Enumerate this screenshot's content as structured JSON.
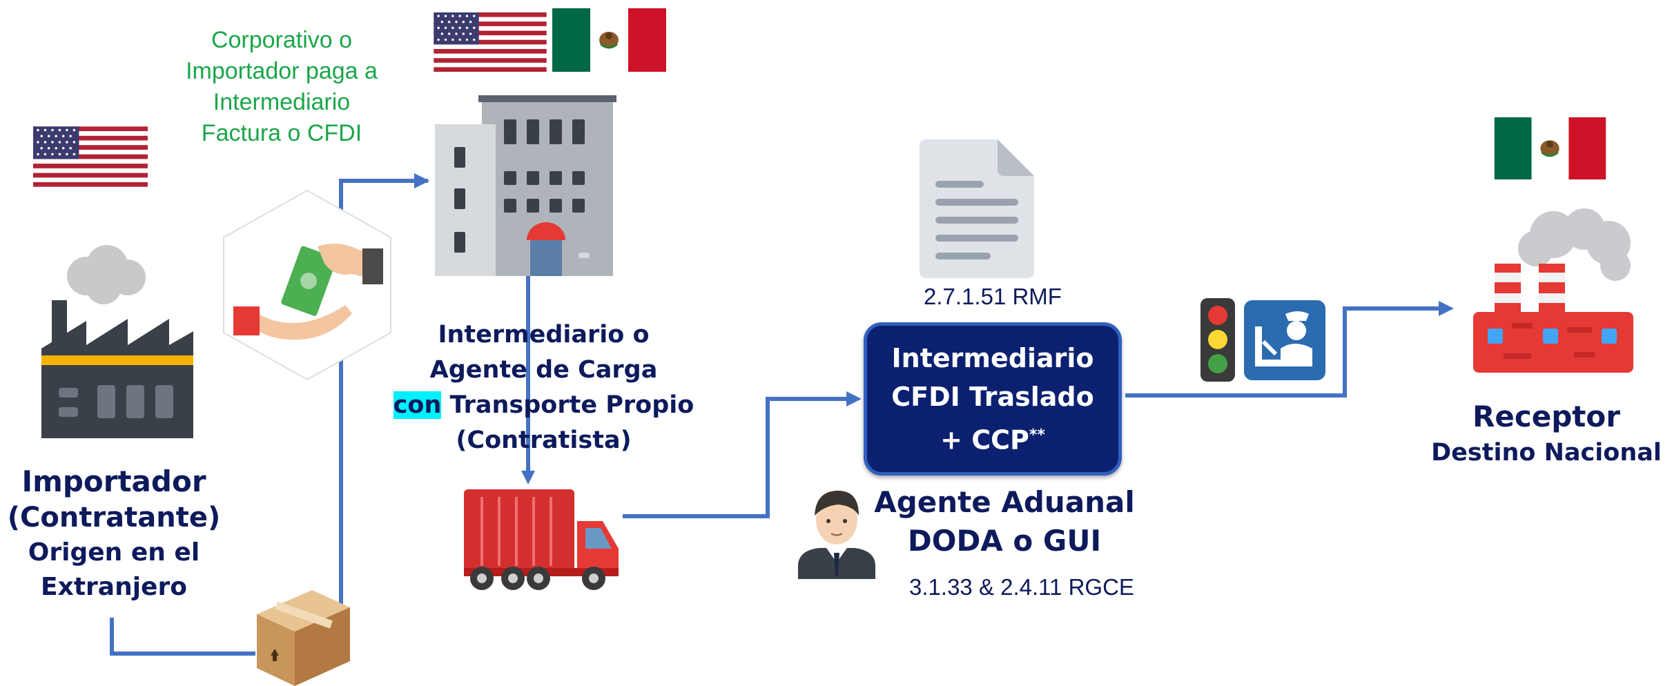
{
  "corporate_note": [
    "Corporativo o",
    "Importador paga a",
    "Intermediario",
    "Factura o CFDI"
  ],
  "importer": {
    "title": "Importador",
    "subtitle": "(Contratante)",
    "line3": "Origen en el",
    "line4": "Extranjero"
  },
  "intermediary": {
    "line1": "Intermediario o",
    "line2": "Agente de Carga",
    "line3_highlight": "con",
    "line3_rest": "Transporte Propio",
    "line4": "(Contratista)"
  },
  "rmf_reference": "2.7.1.51 RMF",
  "cfdi_box": {
    "line1": "Intermediario",
    "line2": "CFDI Traslado",
    "line3_main": "+ CCP",
    "line3_sup": "**"
  },
  "customs_agent": {
    "line1": "Agente Aduanal",
    "line2": "DODA o GUI"
  },
  "rgce_reference": "3.1.33 & 2.4.11 RGCE",
  "receiver": {
    "title": "Receptor",
    "subtitle": "Destino Nacional"
  },
  "colors": {
    "navy_text": "#0d1a5c",
    "green_text": "#1aa64a",
    "arrow": "#4472c4",
    "box_fill": "#0b2170",
    "box_border": "#2f5fbf",
    "highlight": "#00f0ff"
  },
  "icons": [
    "usa-flag-icon",
    "mexico-flag-icon",
    "factory-icon",
    "money-payment-icon",
    "office-building-icon",
    "cardboard-box-icon",
    "delivery-truck-icon",
    "document-icon",
    "traffic-light-icon",
    "customs-officer-icon",
    "man-icon",
    "red-factory-icon"
  ]
}
